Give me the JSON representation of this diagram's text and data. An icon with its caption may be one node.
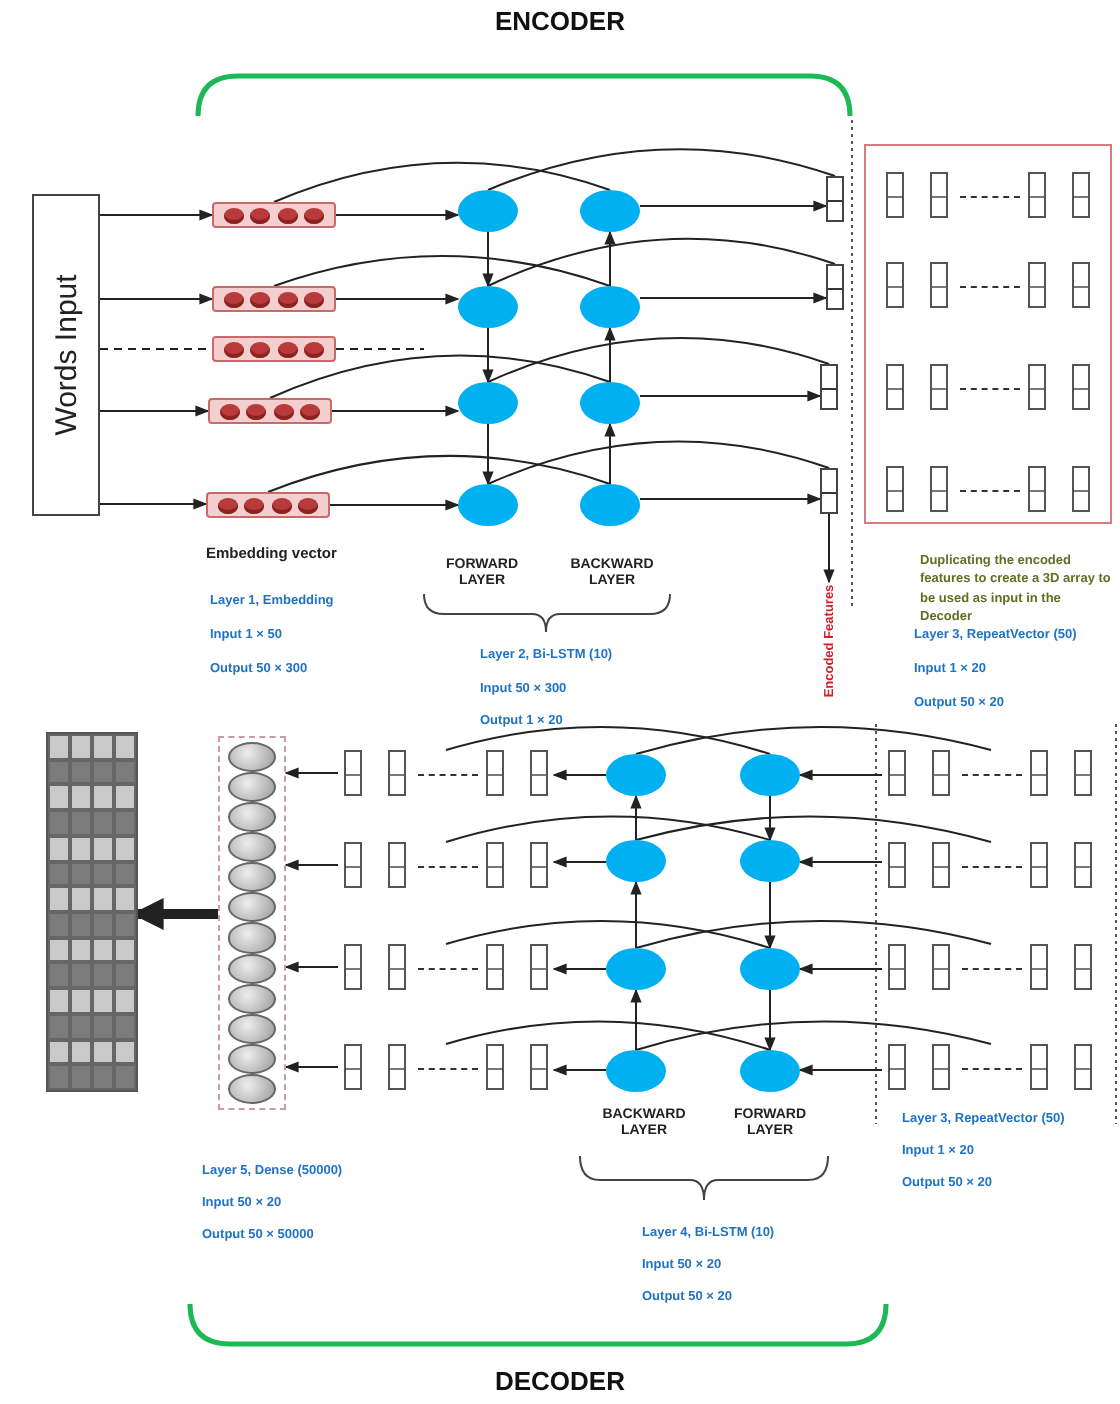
{
  "diagram": {
    "nodes": [
      {
        "text": [
          "Words Input"
        ]
      },
      {
        "text": [],
        "shape": "box"
      },
      {
        "text": [],
        "shape": "box"
      },
      {
        "text": [],
        "shape": "box"
      },
      {
        "text": [],
        "shape": "box"
      },
      {
        "text": [],
        "shape": "box"
      },
      {
        "text": [],
        "shape": "ellipse"
      },
      {
        "text": [],
        "shape": "ellipse"
      },
      {
        "text": [],
        "shape": "ellipse"
      },
      {
        "text": [],
        "shape": "ellipse"
      },
      {
        "text": [],
        "shape": "ellipse"
      },
      {
        "text": [],
        "shape": "ellipse"
      },
      {
        "text": [],
        "shape": "ellipse"
      },
      {
        "text": [],
        "shape": "ellipse"
      },
      {
        "text": [],
        "shape": "box"
      },
      {
        "text": [],
        "shape": "box"
      },
      {
        "text": [],
        "shape": "box"
      },
      {
        "text": [],
        "shape": "box"
      },
      {
        "text": [],
        "shape": "box"
      },
      {
        "text": [],
        "shape": "box",
        "in": 18
      },
      {
        "text": [],
        "shape": "box",
        "in": 18
      },
      {
        "text": [],
        "shape": "box",
        "in": 18
      },
      {
        "text": [],
        "shape": "box",
        "in": 18
      },
      {
        "text": [],
        "shape": "box"
      },
      {
        "text": [],
        "shape": "box"
      },
      {
        "text": [],
        "shape": "box"
      },
      {
        "text": [],
        "shape": "box"
      },
      {
        "text": [],
        "shape": "box"
      },
      {
        "text": [],
        "shape": "box"
      },
      {
        "text": [],
        "shape": "ellipse"
      },
      {
        "text": [],
        "shape": "ellipse"
      },
      {
        "text": [],
        "shape": "ellipse"
      },
      {
        "text": [],
        "shape": "ellipse"
      },
      {
        "text": [],
        "shape": "ellipse"
      },
      {
        "text": [],
        "shape": "ellipse"
      },
      {
        "text": [],
        "shape": "ellipse"
      },
      {
        "text": [],
        "shape": "ellipse"
      },
      {
        "text": [],
        "shape": "box"
      },
      {
        "text": [],
        "shape": "box"
      },
      {
        "text": [],
        "shape": "box"
      },
      {
        "text": [],
        "shape": "box"
      },
      {
        "text": [
          "Encoded Features"
        ]
      }
    ],
    "edges": [
      {
        "from": 0,
        "to": 1,
        "arrow": "to"
      },
      {
        "from": 0,
        "to": 2,
        "arrow": "to"
      },
      {
        "from": 0,
        "to": 3,
        "arrow": "none",
        "style": "dashed"
      },
      {
        "from": 0,
        "to": 4,
        "arrow": "to"
      },
      {
        "from": 0,
        "to": 5,
        "arrow": "to"
      },
      {
        "from": 1,
        "to": 6,
        "arrow": "to"
      },
      {
        "from": 2,
        "to": 7,
        "arrow": "to"
      },
      {
        "from": 3,
        "to": null,
        "arrow": "none",
        "style": "dashed"
      },
      {
        "from": 4,
        "to": 8,
        "arrow": "to"
      },
      {
        "from": 5,
        "to": 9,
        "arrow": "to"
      },
      {
        "from": 6,
        "to": 7,
        "arrow": "to"
      },
      {
        "from": 7,
        "to": 8,
        "arrow": "to"
      },
      {
        "from": 8,
        "to": 9,
        "arrow": "to"
      },
      {
        "from": 13,
        "to": 12,
        "arrow": "to"
      },
      {
        "from": 12,
        "to": 11,
        "arrow": "to"
      },
      {
        "from": 11,
        "to": 10,
        "arrow": "to"
      },
      {
        "from": 10,
        "to": 14,
        "arrow": "to"
      },
      {
        "from": 11,
        "to": 15,
        "arrow": "to"
      },
      {
        "from": 12,
        "to": 16,
        "arrow": "to"
      },
      {
        "from": 13,
        "to": 17,
        "arrow": "to"
      },
      {
        "from": 1,
        "to": 10,
        "arrow": "none"
      },
      {
        "from": 2,
        "to": 11,
        "arrow": "none"
      },
      {
        "from": 4,
        "to": 12,
        "arrow": "none"
      },
      {
        "from": 5,
        "to": 13,
        "arrow": "none"
      },
      {
        "from": 6,
        "to": 14,
        "arrow": "none"
      },
      {
        "from": 7,
        "to": 15,
        "arrow": "none"
      },
      {
        "from": 8,
        "to": 16,
        "arrow": "none"
      },
      {
        "from": 9,
        "to": 17,
        "arrow": "none"
      },
      {
        "from": 17,
        "to": 41,
        "arrow": "to"
      },
      {
        "from": 37,
        "to": 33,
        "arrow": "to"
      },
      {
        "from": 38,
        "to": 34,
        "arrow": "to"
      },
      {
        "from": 39,
        "to": 35,
        "arrow": "to"
      },
      {
        "from": 40,
        "to": 36,
        "arrow": "to"
      },
      {
        "from": 33,
        "to": 34,
        "arrow": "to"
      },
      {
        "from": 34,
        "to": 35,
        "arrow": "to"
      },
      {
        "from": 35,
        "to": 36,
        "arrow": "to"
      },
      {
        "from": 32,
        "to": 31,
        "arrow": "to"
      },
      {
        "from": 31,
        "to": 30,
        "arrow": "to"
      },
      {
        "from": 30,
        "to": 29,
        "arrow": "to"
      },
      {
        "from": 29,
        "to": 25,
        "arrow": "to"
      },
      {
        "from": 30,
        "to": 26,
        "arrow": "to"
      },
      {
        "from": 31,
        "to": 27,
        "arrow": "to"
      },
      {
        "from": 32,
        "to": 28,
        "arrow": "to"
      },
      {
        "from": 37,
        "to": 29,
        "arrow": "none"
      },
      {
        "from": 38,
        "to": 30,
        "arrow": "none"
      },
      {
        "from": 39,
        "to": 31,
        "arrow": "none"
      },
      {
        "from": 40,
        "to": 32,
        "arrow": "none"
      },
      {
        "from": 33,
        "to": 25,
        "arrow": "none"
      },
      {
        "from": 34,
        "to": 26,
        "arrow": "none"
      },
      {
        "from": 35,
        "to": 27,
        "arrow": "none"
      },
      {
        "from": 36,
        "to": 28,
        "arrow": "none"
      },
      {
        "from": 25,
        "to": 24,
        "arrow": "to"
      },
      {
        "from": 26,
        "to": 24,
        "arrow": "to"
      },
      {
        "from": 27,
        "to": 24,
        "arrow": "to"
      },
      {
        "from": 28,
        "to": 24,
        "arrow": "to"
      },
      {
        "from": 24,
        "to": 23,
        "arrow": "to",
        "style": "thick"
      }
    ],
    "labels": [
      "ENCODER",
      "Embedding vector",
      "FORWARD LAYER",
      "BACKWARD LAYER",
      "Duplicating the encoded features to create a 3D array to be used as input in the Decoder",
      "Layer 1, Embedding",
      "Input 1 × 50",
      "Output 50 × 300",
      "Layer 2, Bi-LSTM (10)",
      "Input 50 × 300",
      "Output 1 × 20",
      "Layer 3, RepeatVector (50)",
      "Input 1 × 20",
      "Output 50 × 20",
      "BACKWARD LAYER",
      "FORWARD LAYER",
      "Layer 3, RepeatVector (50)",
      "Input 1 × 20",
      "Output 50 × 20",
      "Layer 5, Dense (50000)",
      "Input 50 × 20",
      "Output 50 × 50000",
      "Layer 4, Bi-LSTM (10)",
      "Input 50 × 20",
      "Output 50 × 20",
      "DECODER"
    ]
  }
}
